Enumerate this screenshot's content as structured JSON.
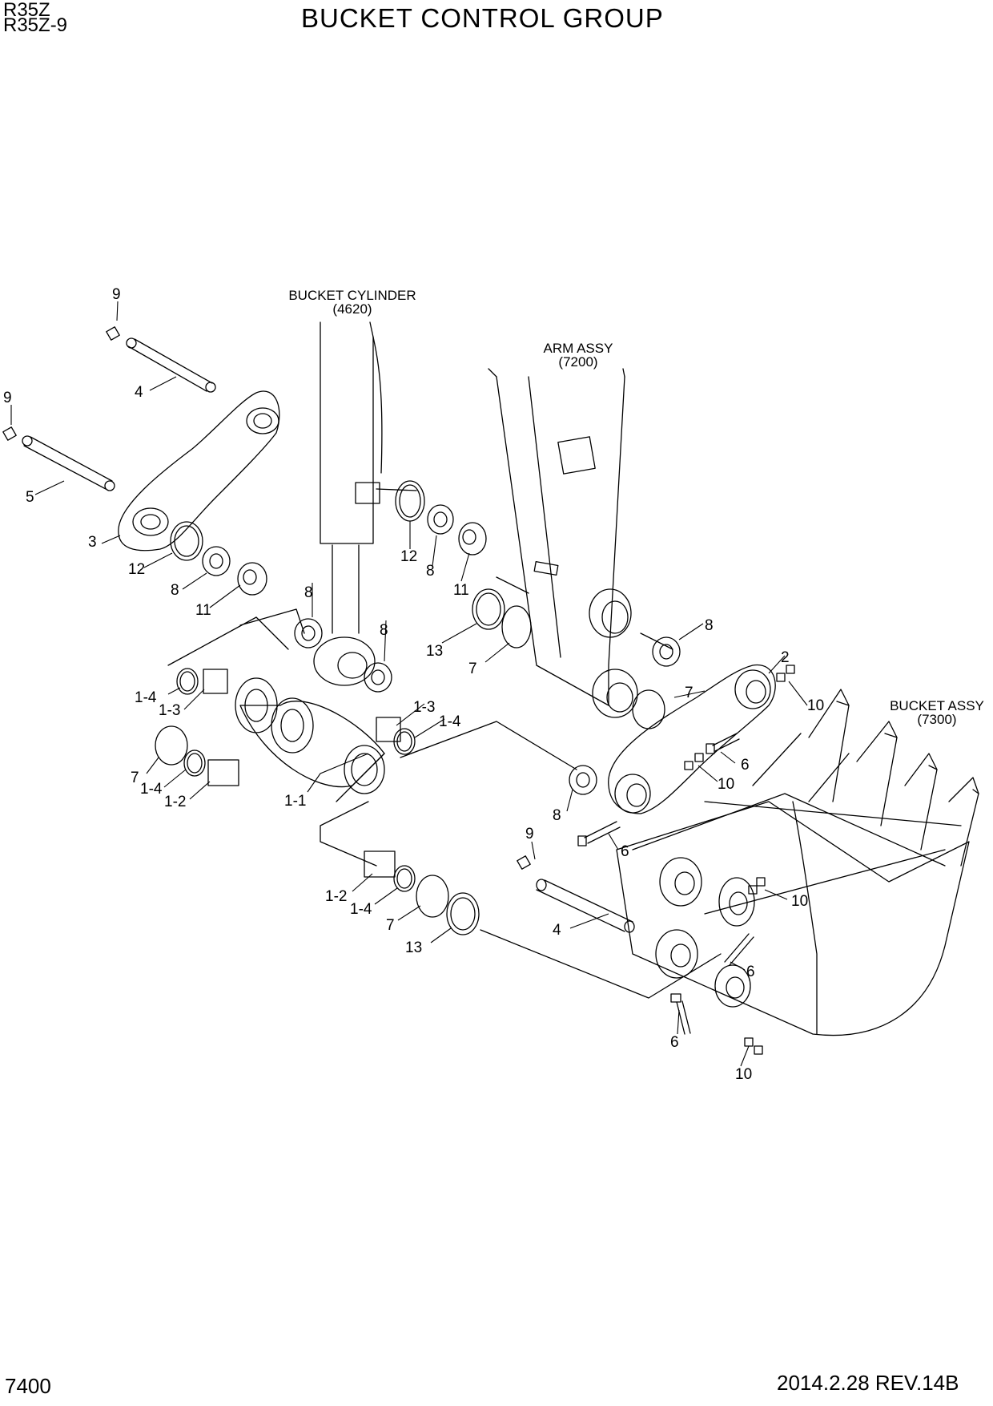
{
  "header": {
    "model_lines": [
      "R35Z",
      "R35Z-9"
    ],
    "title": "BUCKET CONTROL GROUP"
  },
  "references": [
    {
      "id": "bucket_cylinder",
      "name": "BUCKET CYLINDER",
      "code": "(4620)"
    },
    {
      "id": "arm_assy",
      "name": "ARM ASSY",
      "code": "(7200)"
    },
    {
      "id": "bucket_assy",
      "name": "BUCKET ASSY",
      "code": "(7300)"
    }
  ],
  "callouts": [
    "9",
    "4",
    "9",
    "5",
    "3",
    "12",
    "8",
    "11",
    "12",
    "8",
    "11",
    "8",
    "8",
    "13",
    "7",
    "8",
    "2",
    "10",
    "7",
    "1-4",
    "1-3",
    "1-3",
    "1-4",
    "7",
    "1-4",
    "1-2",
    "1-1",
    "6",
    "10",
    "8",
    "6",
    "9",
    "10",
    "1-2",
    "1-4",
    "7",
    "13",
    "4",
    "6",
    "6",
    "10"
  ],
  "footer": {
    "page_number": "7400",
    "revision": "2014.2.28  REV.14B"
  }
}
